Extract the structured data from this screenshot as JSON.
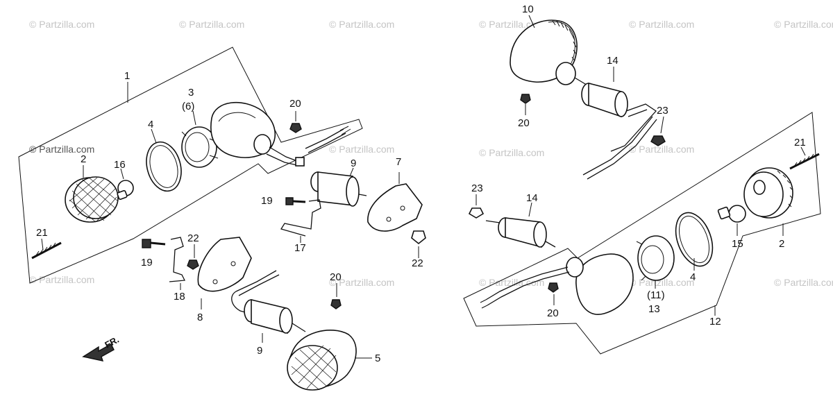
{
  "watermark": "© Partzilla.com",
  "direction_label": "FR.",
  "labels": {
    "n1": "1",
    "n2a": "2",
    "n3": "3",
    "n6": "(6)",
    "n4a": "4",
    "n16": "16",
    "n20a": "20",
    "n9a": "9",
    "n7": "7",
    "n19a": "19",
    "n17": "17",
    "n22a": "22",
    "n21a": "21",
    "n19b": "19",
    "n22b": "22",
    "n18": "18",
    "n8": "8",
    "n20b": "20",
    "n9b": "9",
    "n5": "5",
    "n10": "10",
    "n14a": "14",
    "n20c": "20",
    "n23a": "23",
    "n21b": "21",
    "n23b": "23",
    "n14b": "14",
    "n2b": "2",
    "n15": "15",
    "n4b": "4",
    "n11": "(11)",
    "n13": "13",
    "n20d": "20",
    "n12": "12"
  }
}
